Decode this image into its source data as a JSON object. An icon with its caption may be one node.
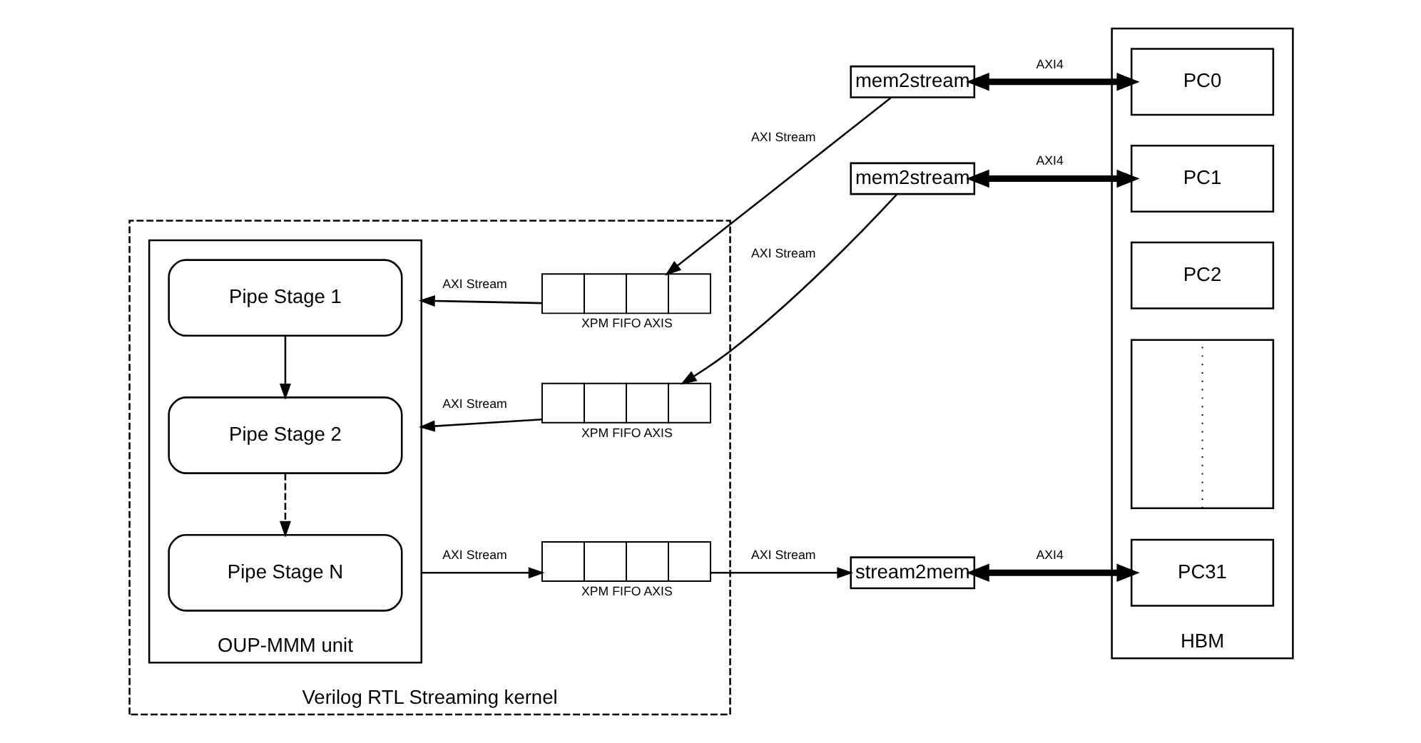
{
  "diagram": {
    "nodes": [
      {
        "text": [
          "Verilog RTL Streaming kernel"
        ]
      },
      {
        "text": [
          "OUP-MMM unit"
        ],
        "in": 0
      },
      {
        "text": [
          "Pipe Stage 1"
        ],
        "in": 1
      },
      {
        "text": [
          "Pipe Stage 2"
        ],
        "in": 1
      },
      {
        "text": [
          "Pipe Stage N"
        ],
        "in": 1
      },
      {
        "text": [
          "XPM FIFO AXIS"
        ],
        "in": 0
      },
      {
        "text": [
          "XPM FIFO AXIS"
        ],
        "in": 0
      },
      {
        "text": [
          "XPM FIFO AXIS"
        ],
        "in": 0
      },
      {
        "text": [
          "mem2stream"
        ]
      },
      {
        "text": [
          "mem2stream"
        ]
      },
      {
        "text": [
          "stream2mem"
        ]
      },
      {
        "text": [
          "HBM"
        ]
      },
      {
        "text": [
          "PC0"
        ],
        "in": 11
      },
      {
        "text": [
          "PC1"
        ],
        "in": 11
      },
      {
        "text": [
          "PC2"
        ],
        "in": 11
      },
      {
        "text": [],
        "shape": "box",
        "in": 11
      },
      {
        "text": [
          "PC31"
        ],
        "in": 11
      }
    ],
    "edges": [
      {
        "from": 5,
        "to": 1,
        "arrow": "to",
        "label": "AXI Stream"
      },
      {
        "from": 8,
        "to": 5,
        "arrow": "to",
        "label": "AXI Stream"
      },
      {
        "from": 8,
        "to": 12,
        "arrow": "both",
        "label": "AXI4",
        "style": "thick"
      },
      {
        "from": 6,
        "to": 1,
        "arrow": "to",
        "label": "AXI Stream"
      },
      {
        "from": 9,
        "to": 6,
        "arrow": "to",
        "label": "AXI Stream"
      },
      {
        "from": 9,
        "to": 13,
        "arrow": "both",
        "label": "AXI4",
        "style": "thick"
      },
      {
        "from": 2,
        "to": 3,
        "arrow": "to"
      },
      {
        "from": 3,
        "to": 4,
        "arrow": "to",
        "style": "dashed"
      },
      {
        "from": 1,
        "to": 7,
        "arrow": "to",
        "label": "AXI Stream"
      },
      {
        "from": 7,
        "to": 10,
        "arrow": "to",
        "label": "AXI Stream"
      },
      {
        "from": 10,
        "to": 16,
        "arrow": "both",
        "label": "AXI4",
        "style": "thick"
      }
    ]
  }
}
